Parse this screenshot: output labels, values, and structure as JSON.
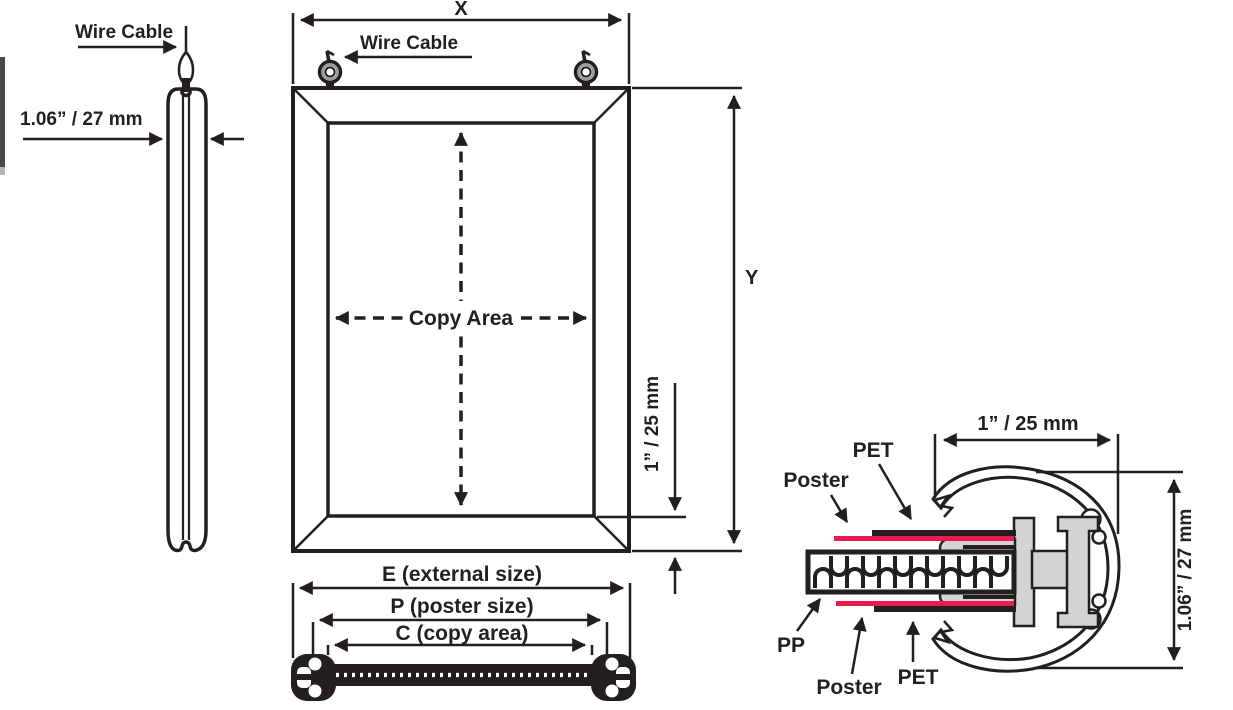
{
  "diagram": {
    "title_hint": "snap-frame poster frame dimension drawing",
    "side_view": {
      "wire_cable_label": "Wire Cable",
      "thickness_dim": "1.06” / 27 mm"
    },
    "front_view": {
      "width_dim": "X",
      "height_dim": "Y",
      "wire_cable_label": "Wire Cable",
      "copy_area_label": "Copy Area",
      "frame_border_dim": "1” / 25 mm"
    },
    "bottom_view": {
      "external_size_label": "E (external size)",
      "poster_size_label": "P (poster size)",
      "copy_area_label": "C (copy area)"
    },
    "profile_detail": {
      "width_dim": "1” / 25 mm",
      "height_dim": "1.06” / 27 mm",
      "pet_top_label": "PET",
      "poster_top_label": "Poster",
      "pp_label": "PP",
      "poster_bottom_label": "Poster",
      "pet_bottom_label": "PET"
    },
    "colors": {
      "ink": "#231f20",
      "poster_red": "#ed1a4f",
      "profile_gray": "#d1d3d4",
      "eyelet_gray": "#97999c",
      "background": "#ffffff"
    }
  }
}
